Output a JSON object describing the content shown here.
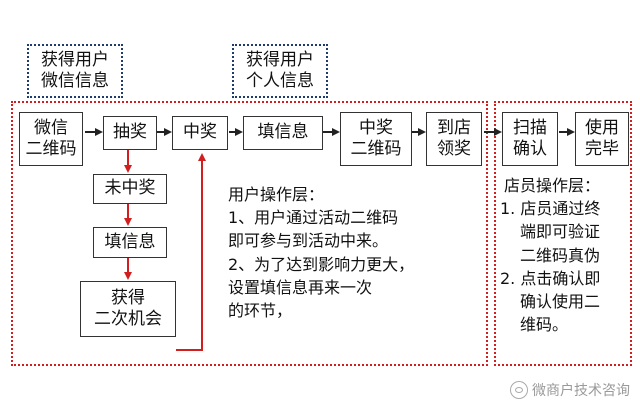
{
  "top_labels": {
    "wechat_info": "获得用户\n微信信息",
    "personal_info": "获得用户\n个人信息"
  },
  "nodes": {
    "wechat_qr": "微信\n二维码",
    "draw": "抽奖",
    "win": "中奖",
    "fill_info": "填信息",
    "prize_qr": "中奖\n二维码",
    "store_claim": "到店\n领奖",
    "scan_confirm": "扫描\n确认",
    "use_done": "使用\n完毕",
    "no_win": "未中奖",
    "fill_info2": "填信息",
    "second_chance": "获得\n二次机会"
  },
  "user_layer": {
    "title": "用户操作层：",
    "lines": [
      "1、用户通过活动二维码",
      "即可参与到活动中来。",
      "2、为了达到影响力更大，",
      "设置填信息再来一次",
      "的环节，"
    ]
  },
  "staff_layer": {
    "title": "店员操作层：",
    "lines": [
      "1. 店员通过终",
      "端即可验证",
      "二维码真伪",
      "2. 点击确认即",
      "确认使用二",
      "维码。"
    ]
  },
  "watermark": "微商户技术咨询",
  "colors": {
    "arrow_black": "#222222",
    "arrow_red": "#d21e1e",
    "region_border": "#d21e1e",
    "label_border": "#1f3b6e"
  }
}
